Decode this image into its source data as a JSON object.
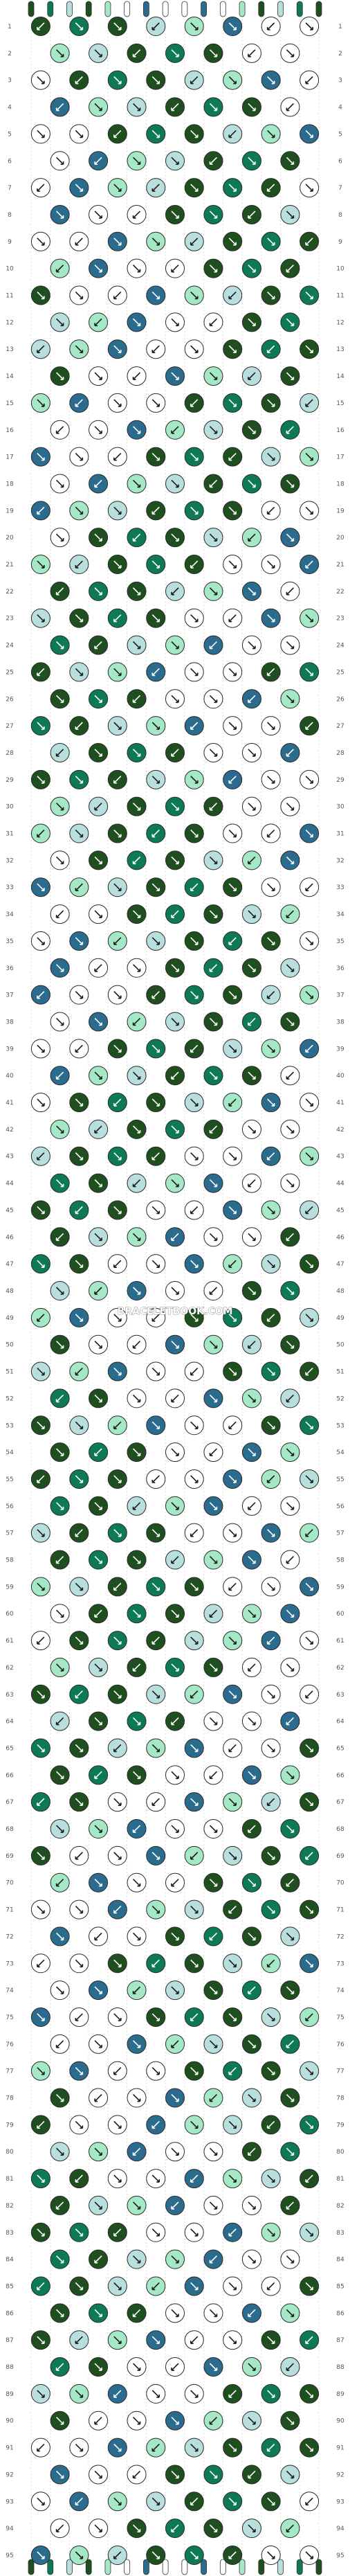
{
  "pattern": {
    "rows": 95,
    "knots_per_row_odd": 8,
    "knots_per_row_even": 7,
    "strings": 16,
    "row_numbers_left": [
      "1",
      "2",
      "3",
      "4",
      "5",
      "6",
      "7",
      "8",
      "9",
      "10",
      "11",
      "12",
      "13",
      "14",
      "15",
      "16",
      "17",
      "18",
      "19",
      "20",
      "21",
      "22",
      "23",
      "24",
      "25",
      "26",
      "27",
      "28",
      "29",
      "30",
      "31",
      "32",
      "33",
      "34",
      "35",
      "36",
      "37",
      "38",
      "39",
      "40",
      "41",
      "42",
      "43",
      "44",
      "45",
      "46",
      "47",
      "48",
      "49",
      "50",
      "51",
      "52",
      "53",
      "54",
      "55",
      "56",
      "57",
      "58",
      "59",
      "60",
      "61",
      "62",
      "63",
      "64",
      "65",
      "66",
      "67",
      "68",
      "69",
      "70",
      "71",
      "72",
      "73",
      "74",
      "75",
      "76",
      "77",
      "78",
      "79",
      "80",
      "81",
      "82",
      "83",
      "84",
      "85",
      "86",
      "87",
      "88",
      "89",
      "90",
      "91",
      "92",
      "93",
      "94",
      "95"
    ],
    "watermark": "BRACELETBOOK.COM",
    "colors": {
      "A": "#1f4f1f",
      "B": "#0e7a55",
      "C": "#a5e8c6",
      "D": "#2a6b8e",
      "E": "#5ec3e8",
      "F": "#b8dede",
      "G": "#ffffff"
    },
    "string_colors_top": [
      "A",
      "B",
      "F",
      "A",
      "C",
      "G",
      "D",
      "G",
      "G",
      "D",
      "G",
      "C",
      "A",
      "F",
      "B",
      "A"
    ]
  }
}
